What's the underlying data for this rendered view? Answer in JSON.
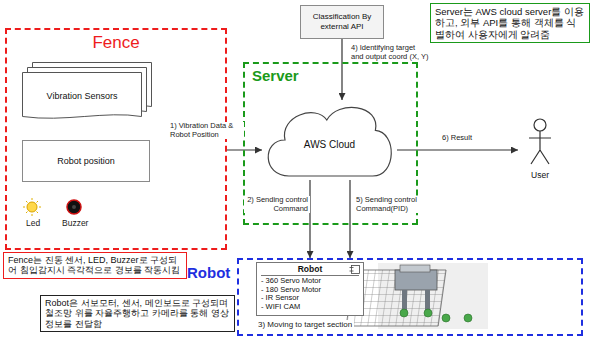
{
  "diagram": {
    "nodes": [
      {
        "text": [
          "Fence"
        ]
      },
      {
        "text": [
          "Vibration Sensors"
        ],
        "in": 0
      },
      {
        "text": [
          "Robot position"
        ],
        "in": 0
      },
      {
        "text": [
          "Fence는 진동 센서, LED, Buzzer로 구성되어 침입감지시 즉각적으로 경보를 작동시킴"
        ]
      },
      {
        "text": [
          "Classification By external API"
        ]
      },
      {
        "text": [
          "Server는 AWS cloud server를 이용하고, 외부 API를 통해 객체를 식별하여 사용자에게 알려줌"
        ]
      },
      {
        "text": [
          "Server"
        ]
      },
      {
        "text": [
          "AWS Cloud"
        ],
        "in": 6
      },
      {
        "text": [
          "User"
        ]
      },
      {
        "text": [
          "Robot"
        ]
      },
      {
        "text": [
          "Robot",
          "- 360 Servo Motor",
          "- 180 Servo Motor",
          "- IR Sensor",
          "- WIFI CAM"
        ],
        "in": 9
      },
      {
        "text": [
          "Robot은 서보모터, 센서, 메인보드로 구성되며 철조망 위를 자율주행하고 카메라를 통해 영상정보를 전달함"
        ]
      }
    ],
    "edges": [
      {
        "from": 0,
        "to": 7,
        "label": "1) Vibration Data & Robot Position",
        "arrow": "to"
      },
      {
        "from": 7,
        "to": 9,
        "label": "2) Sending control Command",
        "arrow": "to"
      },
      {
        "from": 4,
        "to": 7,
        "label": "4) Identifying target and output coord (X, Y)",
        "arrow": "to"
      },
      {
        "from": 7,
        "to": 9,
        "label": "5) Sending control Command(PID)",
        "arrow": "to"
      },
      {
        "from": 7,
        "to": 8,
        "label": "6) Result",
        "arrow": "to"
      }
    ],
    "labels": [
      "Led",
      "Buzzer",
      "3) Moving to target section"
    ]
  }
}
